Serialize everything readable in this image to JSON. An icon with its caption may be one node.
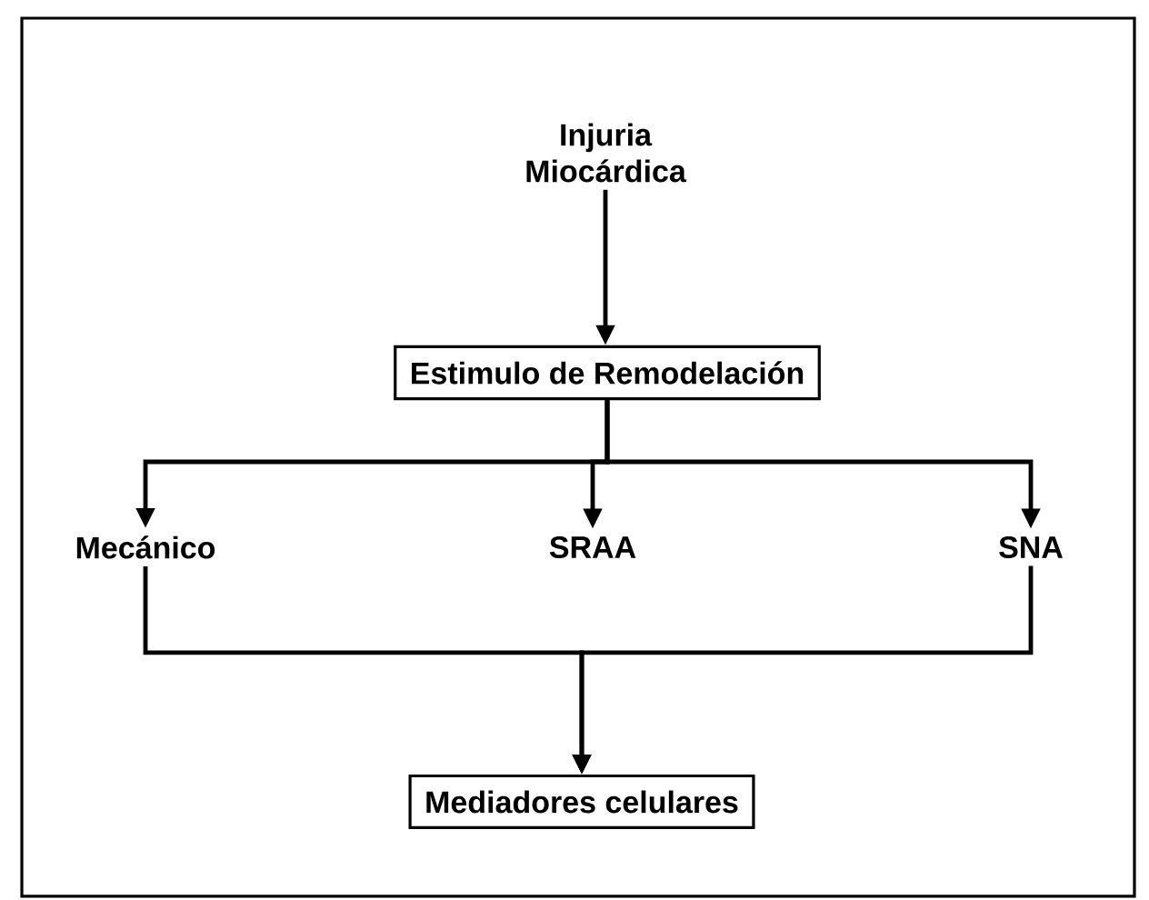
{
  "diagram": {
    "nodes": [
      {
        "text": [
          "Injuria Miocárdica"
        ]
      },
      {
        "text": [
          "Estimulo de Remodelación"
        ]
      },
      {
        "text": [
          "Mecánico"
        ]
      },
      {
        "text": [
          "SRAA"
        ]
      },
      {
        "text": [
          "SNA"
        ]
      },
      {
        "text": [
          "Mediadores celulares"
        ]
      }
    ],
    "edges": [
      {
        "from": 0,
        "to": 1,
        "arrow": "to"
      },
      {
        "from": 1,
        "to": 2,
        "arrow": "to"
      },
      {
        "from": 1,
        "to": 3,
        "arrow": "to"
      },
      {
        "from": 1,
        "to": 4,
        "arrow": "to"
      },
      {
        "from": 2,
        "to": 5,
        "arrow": "to"
      },
      {
        "from": 4,
        "to": 5,
        "arrow": "to"
      }
    ]
  }
}
